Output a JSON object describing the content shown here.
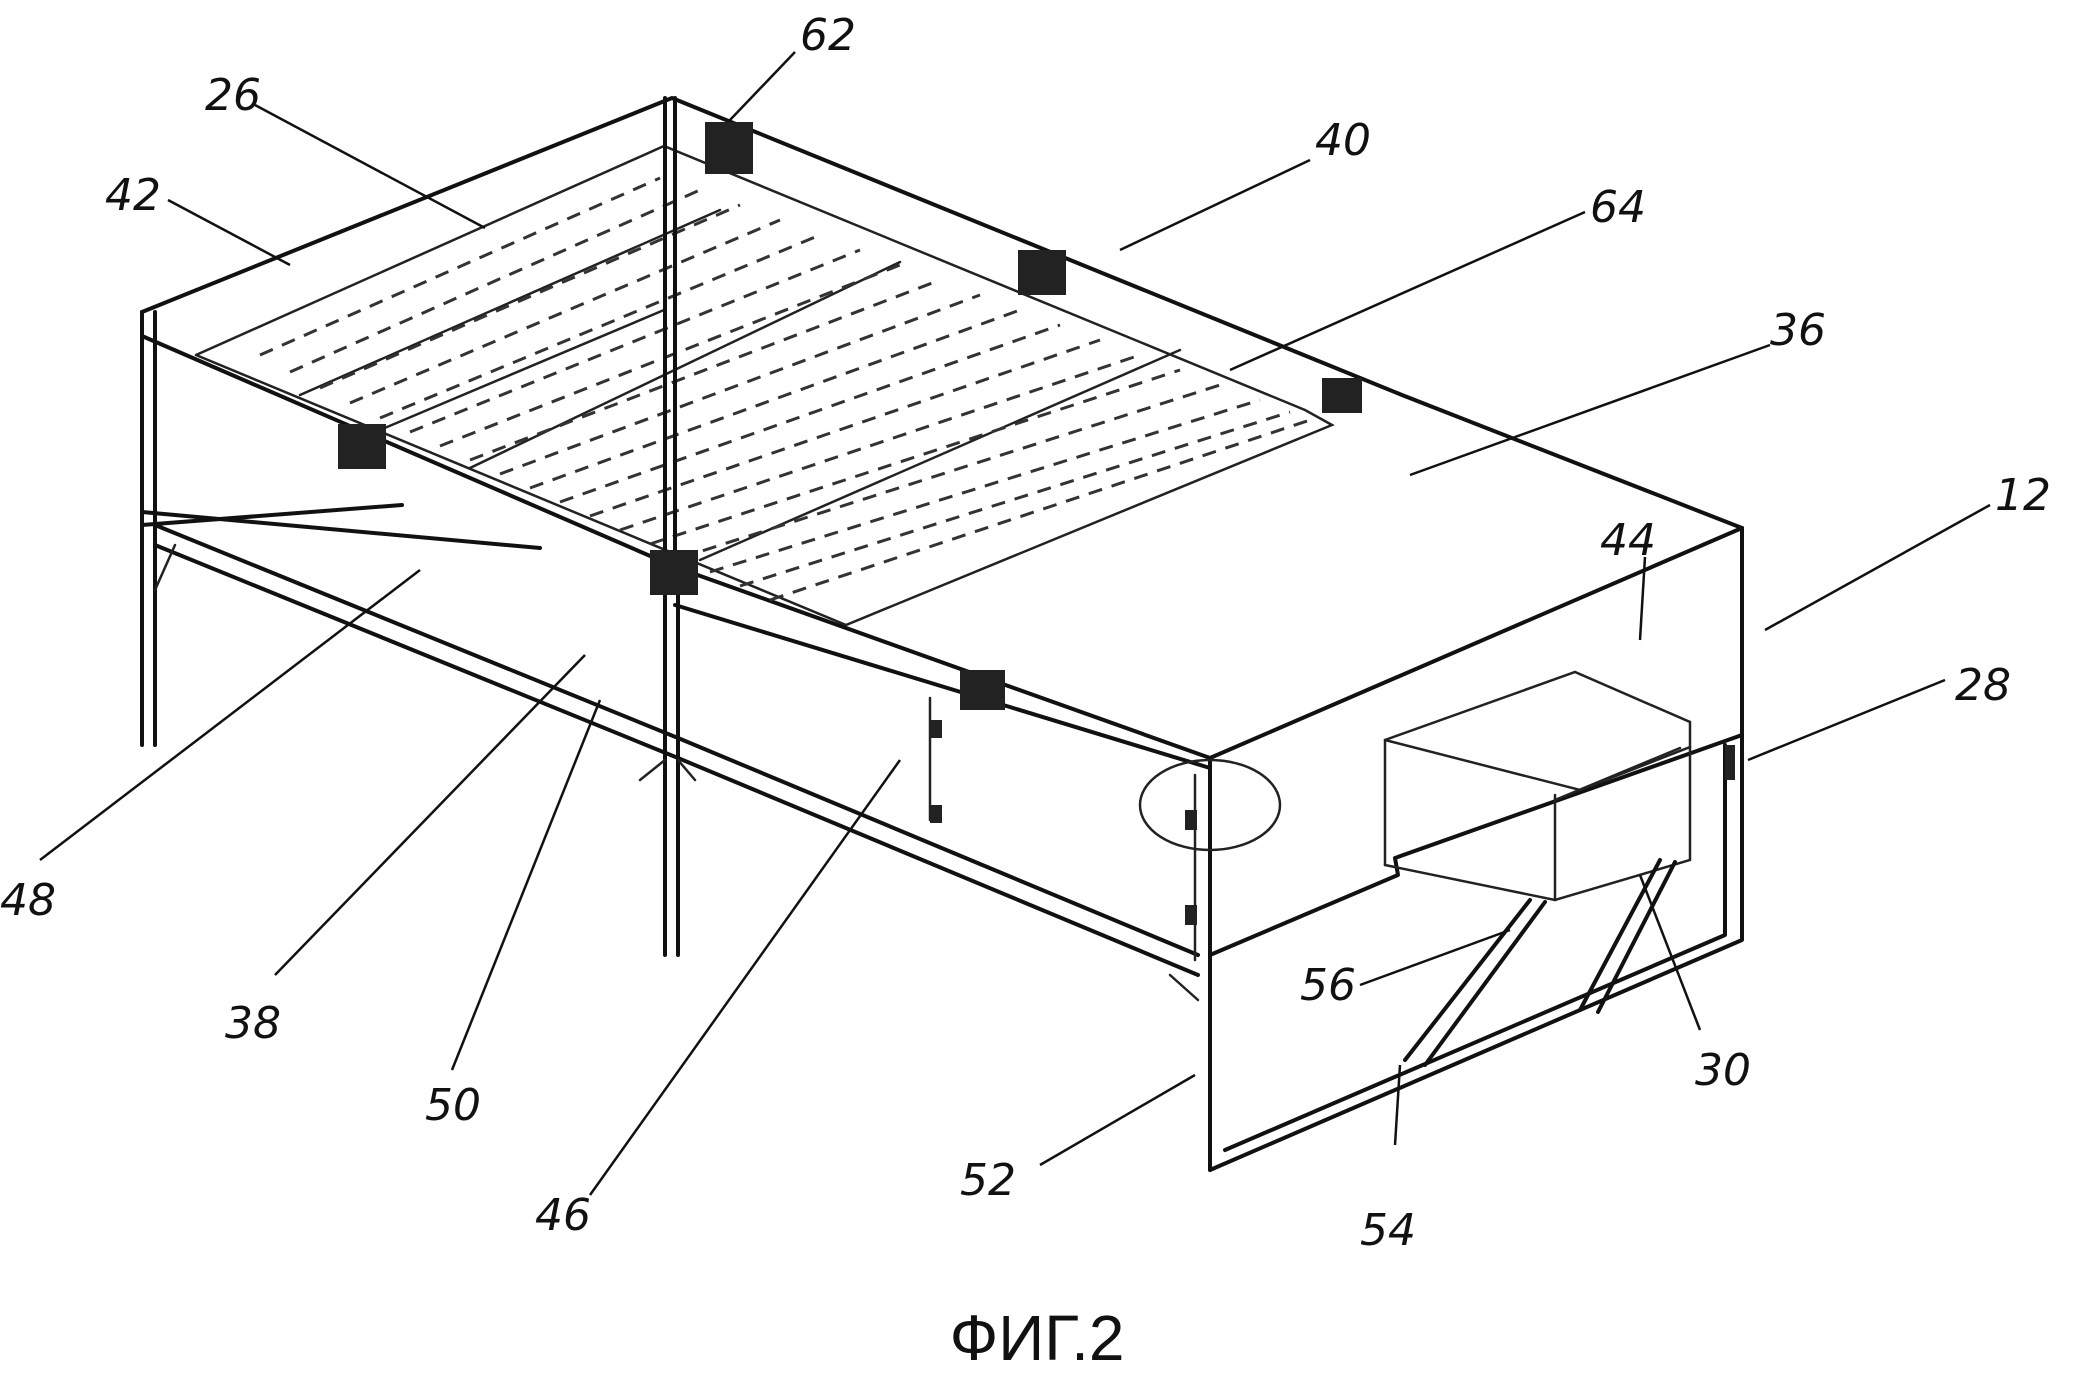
{
  "caption": "ФИГ.2",
  "labels": {
    "l62": "62",
    "l26": "26",
    "l42": "42",
    "l40": "40",
    "l64": "64",
    "l36": "36",
    "l12": "12",
    "l44": "44",
    "l28": "28",
    "l48": "48",
    "l38": "38",
    "l50": "50",
    "l46": "46",
    "l52": "52",
    "l54": "54",
    "l56": "56",
    "l30": "30"
  }
}
